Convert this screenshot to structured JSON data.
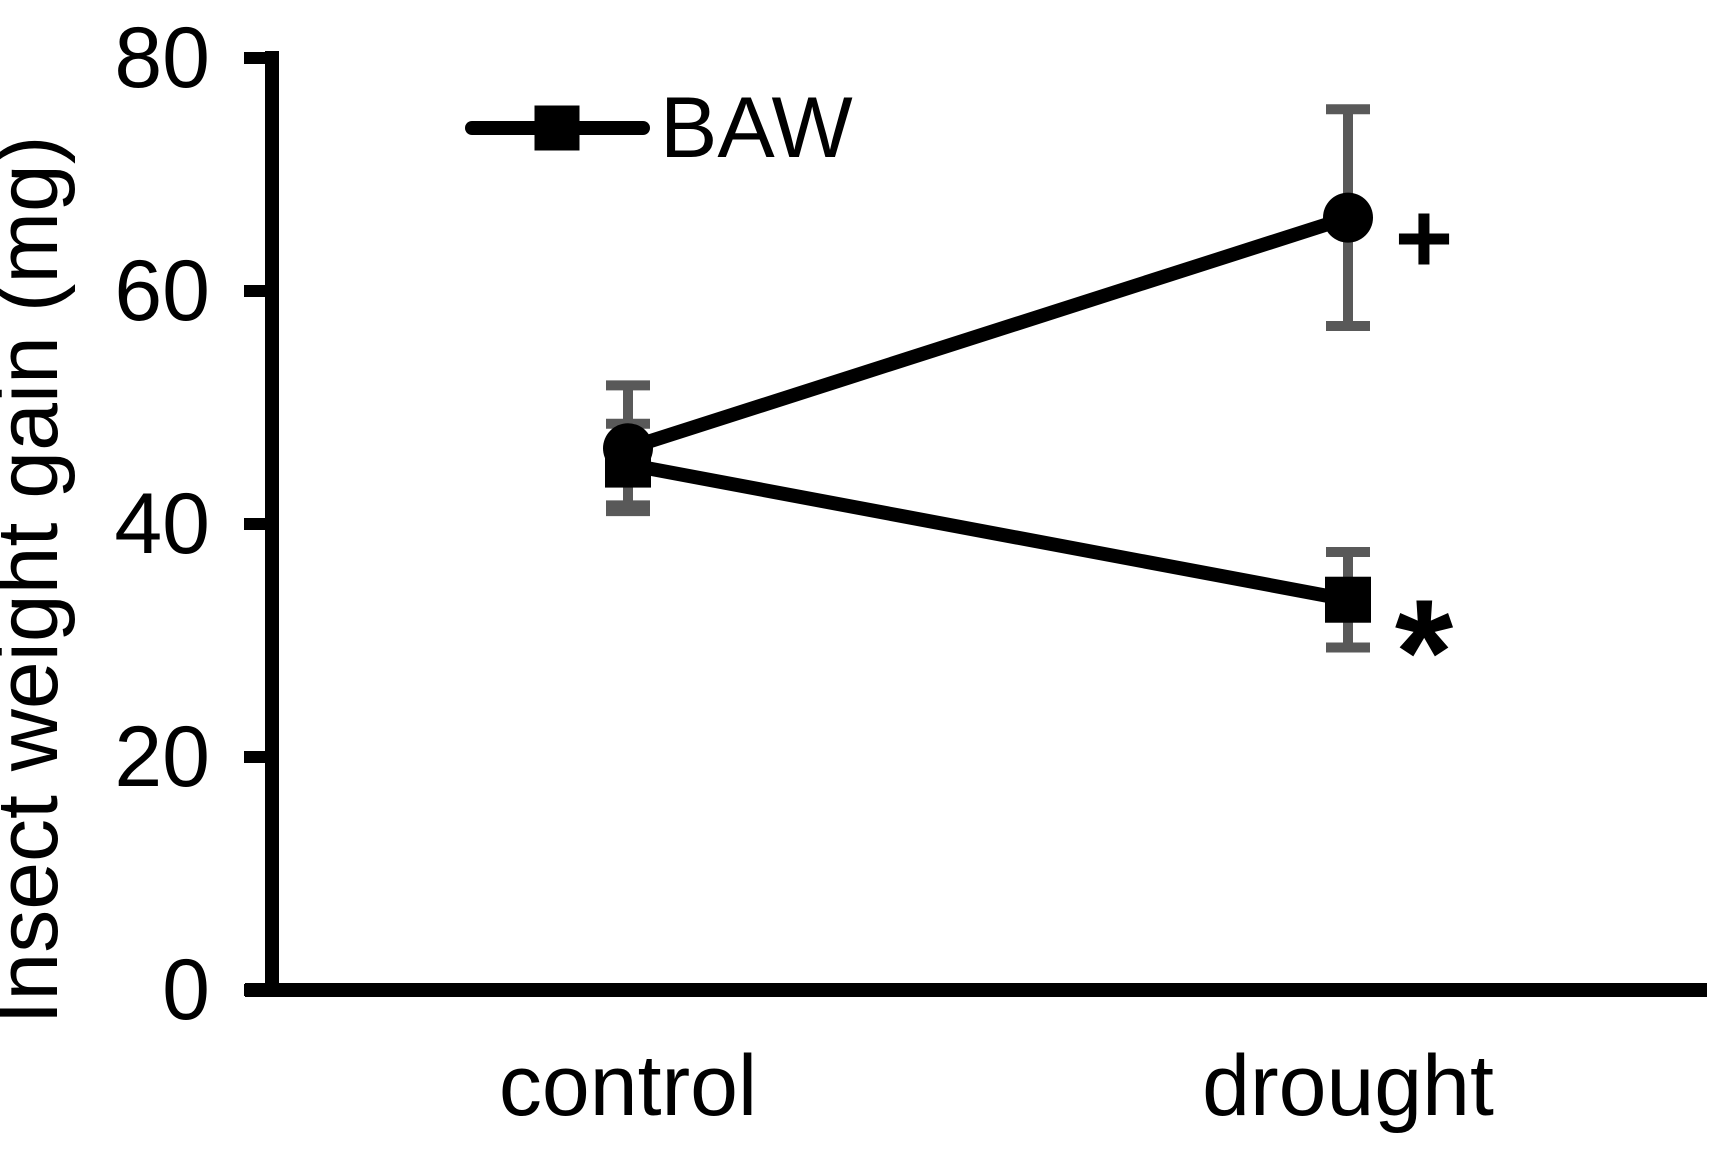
{
  "figure": {
    "background": "#ffffff"
  },
  "chart_data": {
    "type": "line",
    "title": "",
    "ylabel": "Insect weight gain (mg)",
    "xlabel": "",
    "categories": [
      "control",
      "drought"
    ],
    "ylim": [
      0,
      80
    ],
    "yticks": [
      0,
      20,
      40,
      60,
      80
    ],
    "grid": false,
    "legend": {
      "position": "top-center",
      "label": "BAW",
      "marker": "square"
    },
    "error_bar_color": "#595959",
    "series": [
      {
        "label": null,
        "marker": "circle",
        "color": "#000000",
        "values": [
          46.5,
          66.3
        ],
        "errors": [
          5.4,
          9.3
        ],
        "annotation": "+"
      },
      {
        "label": "BAW",
        "marker": "square",
        "color": "#000000",
        "values": [
          45.1,
          33.5
        ],
        "errors": [
          3.5,
          4.1
        ],
        "annotation": "*"
      }
    ]
  }
}
